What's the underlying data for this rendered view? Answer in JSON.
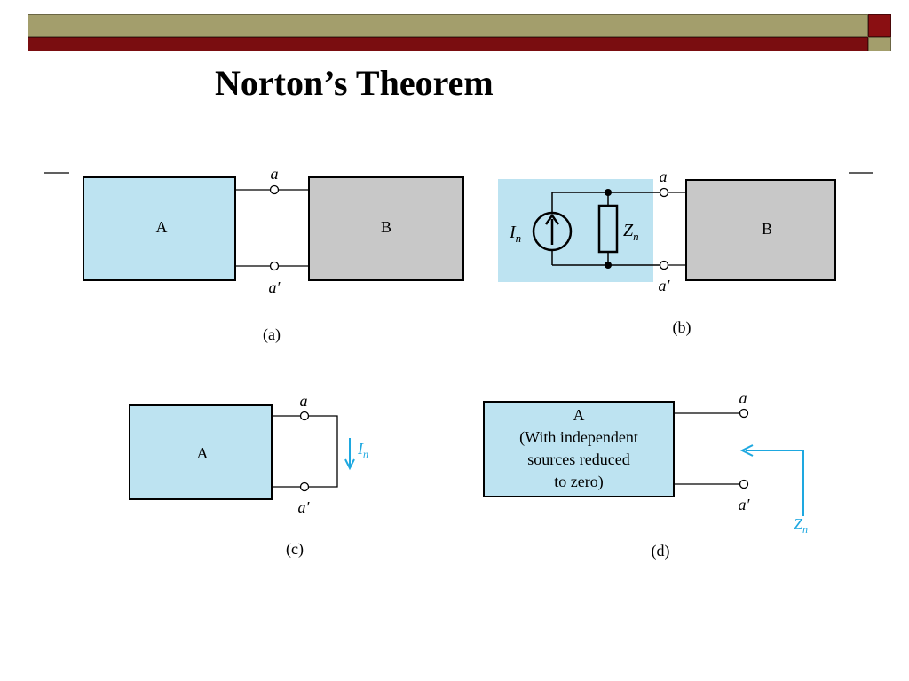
{
  "slide": {
    "title": "Norton’s Theorem",
    "colors": {
      "accent_olive": "#a39e6c",
      "accent_maroon": "#7a0d10",
      "network_fill": "#bde3f1",
      "load_fill": "#c8c8c8",
      "annotation": "#1ea8e0"
    }
  },
  "figure": {
    "a": {
      "caption": "(a)",
      "box_a_label": "A",
      "box_b_label": "B",
      "terminal_top": "a",
      "terminal_bottom": "a′"
    },
    "b": {
      "caption": "(b)",
      "source_symbol": "I",
      "source_subscript": "n",
      "impedance_symbol": "Z",
      "impedance_subscript": "n",
      "box_b_label": "B",
      "terminal_top": "a",
      "terminal_bottom": "a′"
    },
    "c": {
      "caption": "(c)",
      "box_a_label": "A",
      "current_symbol": "I",
      "current_subscript": "n",
      "terminal_top": "a",
      "terminal_bottom": "a′"
    },
    "d": {
      "caption": "(d)",
      "box_lines": [
        "A",
        "(With independent",
        "sources reduced",
        "to zero)"
      ],
      "impedance_symbol": "Z",
      "impedance_subscript": "n",
      "terminal_top": "a",
      "terminal_bottom": "a′"
    }
  }
}
